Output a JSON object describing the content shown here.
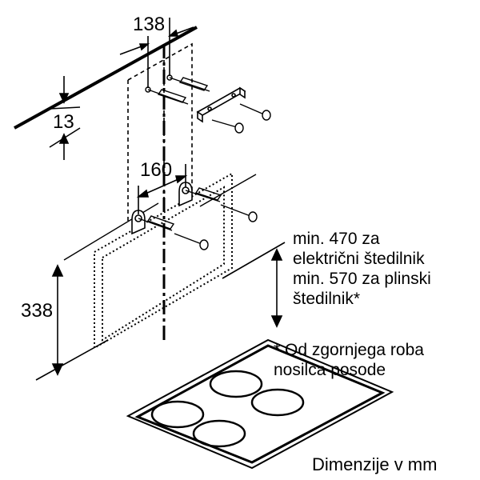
{
  "dimensions": {
    "width_138": "138",
    "height_13": "13",
    "width_160": "160",
    "height_338": "338"
  },
  "notes": {
    "min_lines": [
      "min. 470 za",
      "električni štedilnik",
      "min. 570 za plinski",
      "štedilnik*"
    ],
    "footnote_lines": [
      "* Od zgornjega roba",
      "nosilca posode"
    ]
  },
  "units": "Dimenzije v mm"
}
